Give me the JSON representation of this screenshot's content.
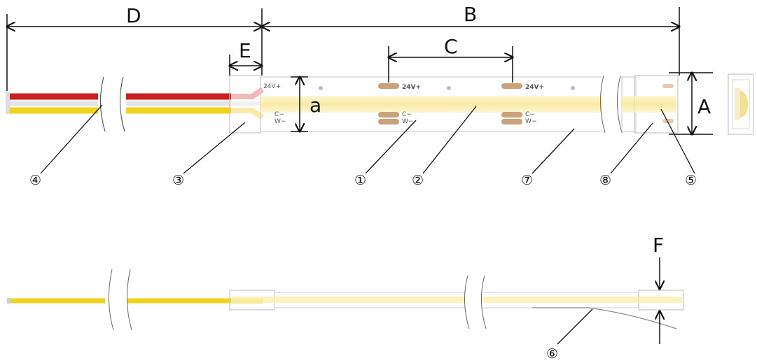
{
  "dimensions": {
    "D": "D",
    "B": "B",
    "C": "C",
    "E": "E",
    "a": "a",
    "A": "A",
    "F": "F"
  },
  "pad_labels": {
    "positive": "24V+",
    "cold": "C−",
    "warm": "W−"
  },
  "callouts": {
    "c1": "①",
    "c2": "②",
    "c3": "③",
    "c4": "④",
    "c5": "⑤",
    "c6": "⑥",
    "c7": "⑦",
    "c8": "⑧"
  },
  "colors": {
    "wire_red": "#cc1f1f",
    "wire_white": "#e8e8ec",
    "wire_yellow": "#f2d21b",
    "led_glow": "#fbeeb4",
    "copper_pad": "#c9a27a",
    "outline": "#c8c8c8"
  }
}
